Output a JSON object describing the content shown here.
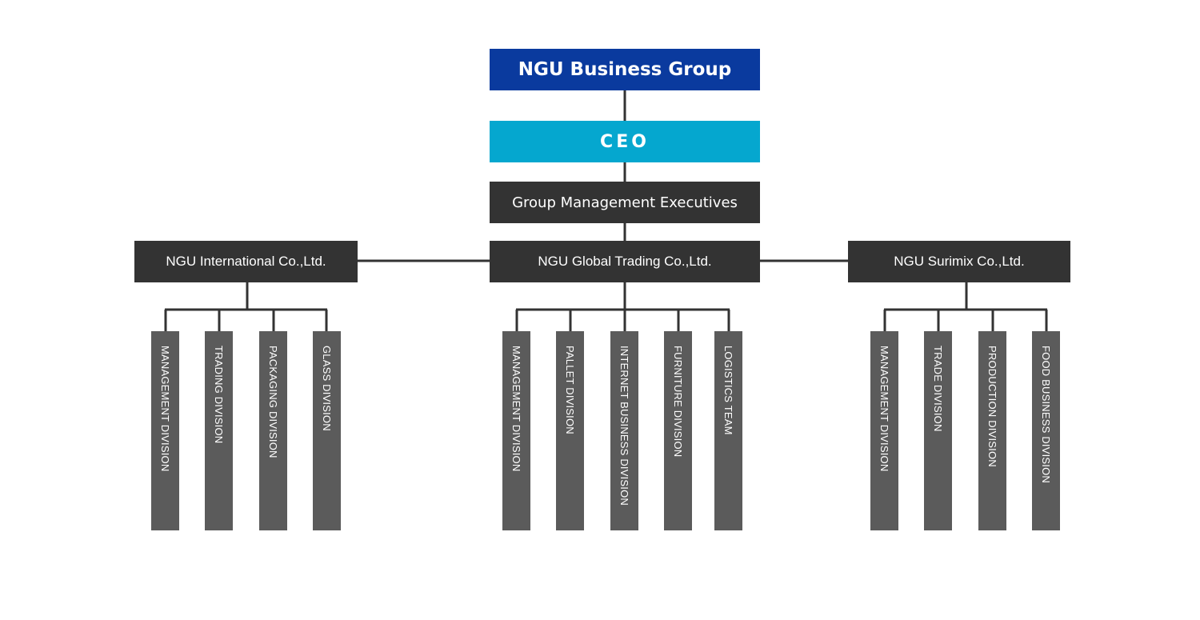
{
  "org_chart": {
    "group": "NGU Business Group",
    "ceo": "CEO",
    "executives": "Group Management Executives",
    "companies": [
      {
        "name": "NGU International Co.,Ltd.",
        "divisions": [
          "MANAGEMENT  DIVISION",
          "TRADING DIVISION",
          "PACKAGING DIVISION",
          "GLASS DIVISION"
        ]
      },
      {
        "name": "NGU Global Trading Co.,Ltd.",
        "divisions": [
          "MANAGEMENT DIVISION",
          "PALLET DIVISION",
          "INTERNET BUSINESS DIVISION",
          "FURNITURE DIVISION",
          "LOGISTICS TEAM"
        ]
      },
      {
        "name": "NGU Surimix Co.,Ltd.",
        "divisions": [
          "MANAGEMENT DIVISION",
          "TRADE DIVISION",
          "PRODUCTION DIVISION",
          "FOOD BUSINESS DIVISION"
        ]
      }
    ]
  },
  "colors": {
    "group_blue": "#0a3a9e",
    "ceo_cyan": "#05a7cf",
    "dark_box": "#333333",
    "division_gray": "#5b5b5b",
    "connector": "#333333"
  }
}
